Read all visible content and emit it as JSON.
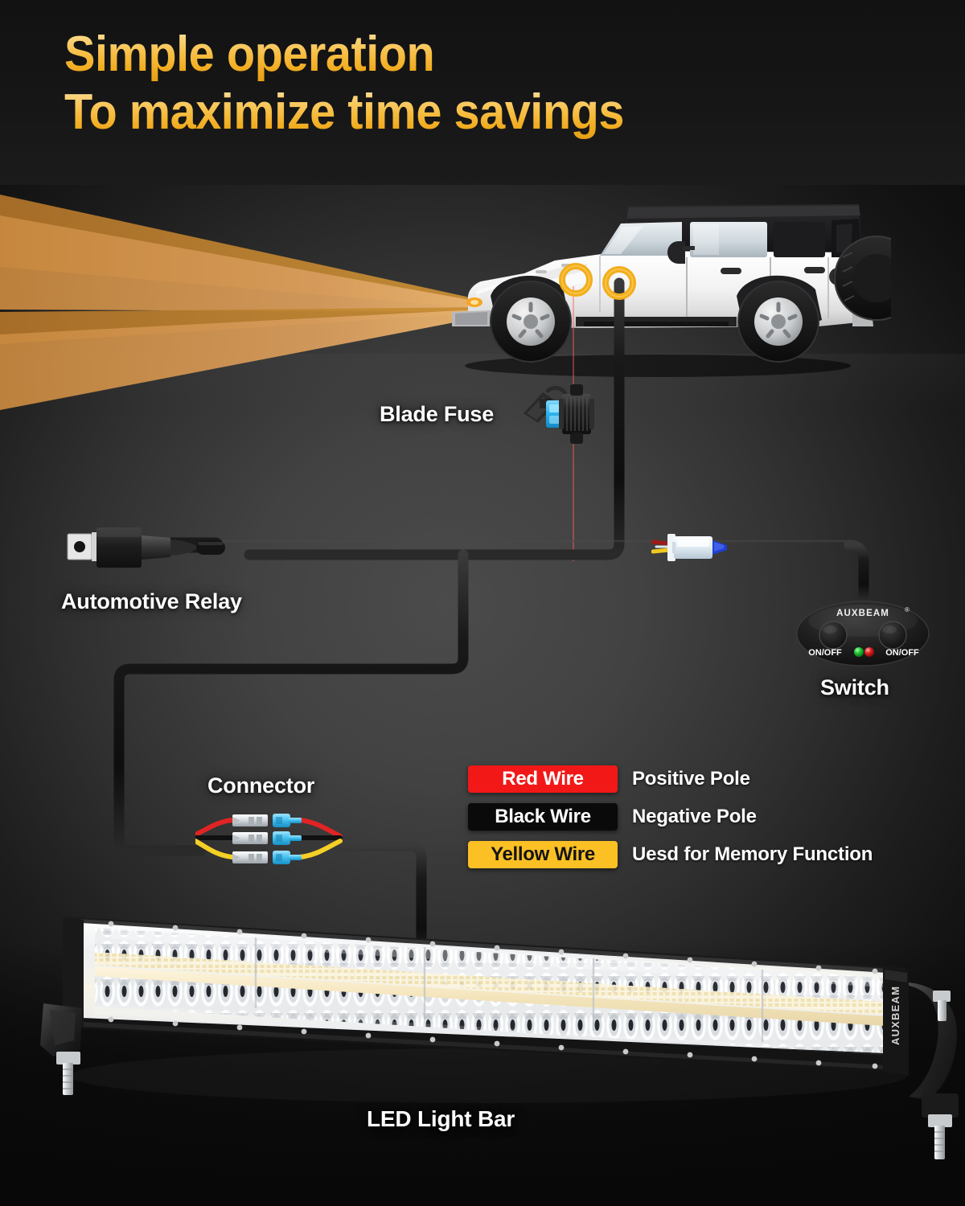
{
  "headline": {
    "line1": "Simple operation",
    "line2": "To maximize time savings",
    "color": "#f6bc3f"
  },
  "labels": {
    "blade_fuse": "Blade Fuse",
    "automotive_relay": "Automotive Relay",
    "switch": "Switch",
    "connector": "Connector",
    "led_light_bar": "LED Light Bar"
  },
  "switch_pod": {
    "brand": "AUXBEAM",
    "registered_mark": "®",
    "left_button_label": "ON/OFF",
    "right_button_label": "ON/OFF",
    "left_led_color": "#1fc62e",
    "right_led_color": "#e02020"
  },
  "light_bar": {
    "brand": "AUXBEAM"
  },
  "legend": {
    "rows": [
      {
        "wire": "Red Wire",
        "description": "Positive Pole",
        "badge_color": "#f21818",
        "badge_text_color": "#ffffff"
      },
      {
        "wire": "Black Wire",
        "description": "Negative Pole",
        "badge_color": "#0a0a0a",
        "badge_text_color": "#ffffff"
      },
      {
        "wire": "Yellow Wire",
        "description": "Uesd for Memory Function",
        "badge_color": "#fbc024",
        "badge_text_color": "#141414"
      }
    ]
  },
  "colors": {
    "background_dark": "#0c0c0c",
    "background_center": "#4b4b4b",
    "beam_amber": "#c9893f",
    "beam_amber_light": "#d79c5c",
    "wire_red": "#e02424",
    "wire_black": "#121212",
    "wire_yellow": "#f5cf25",
    "marker_ring": "#f2ae1c",
    "vehicle_body": "#f2f2f2"
  },
  "diagram": {
    "vehicle": "white jeep wrangler unlimited side view",
    "marker_rings": 2
  }
}
